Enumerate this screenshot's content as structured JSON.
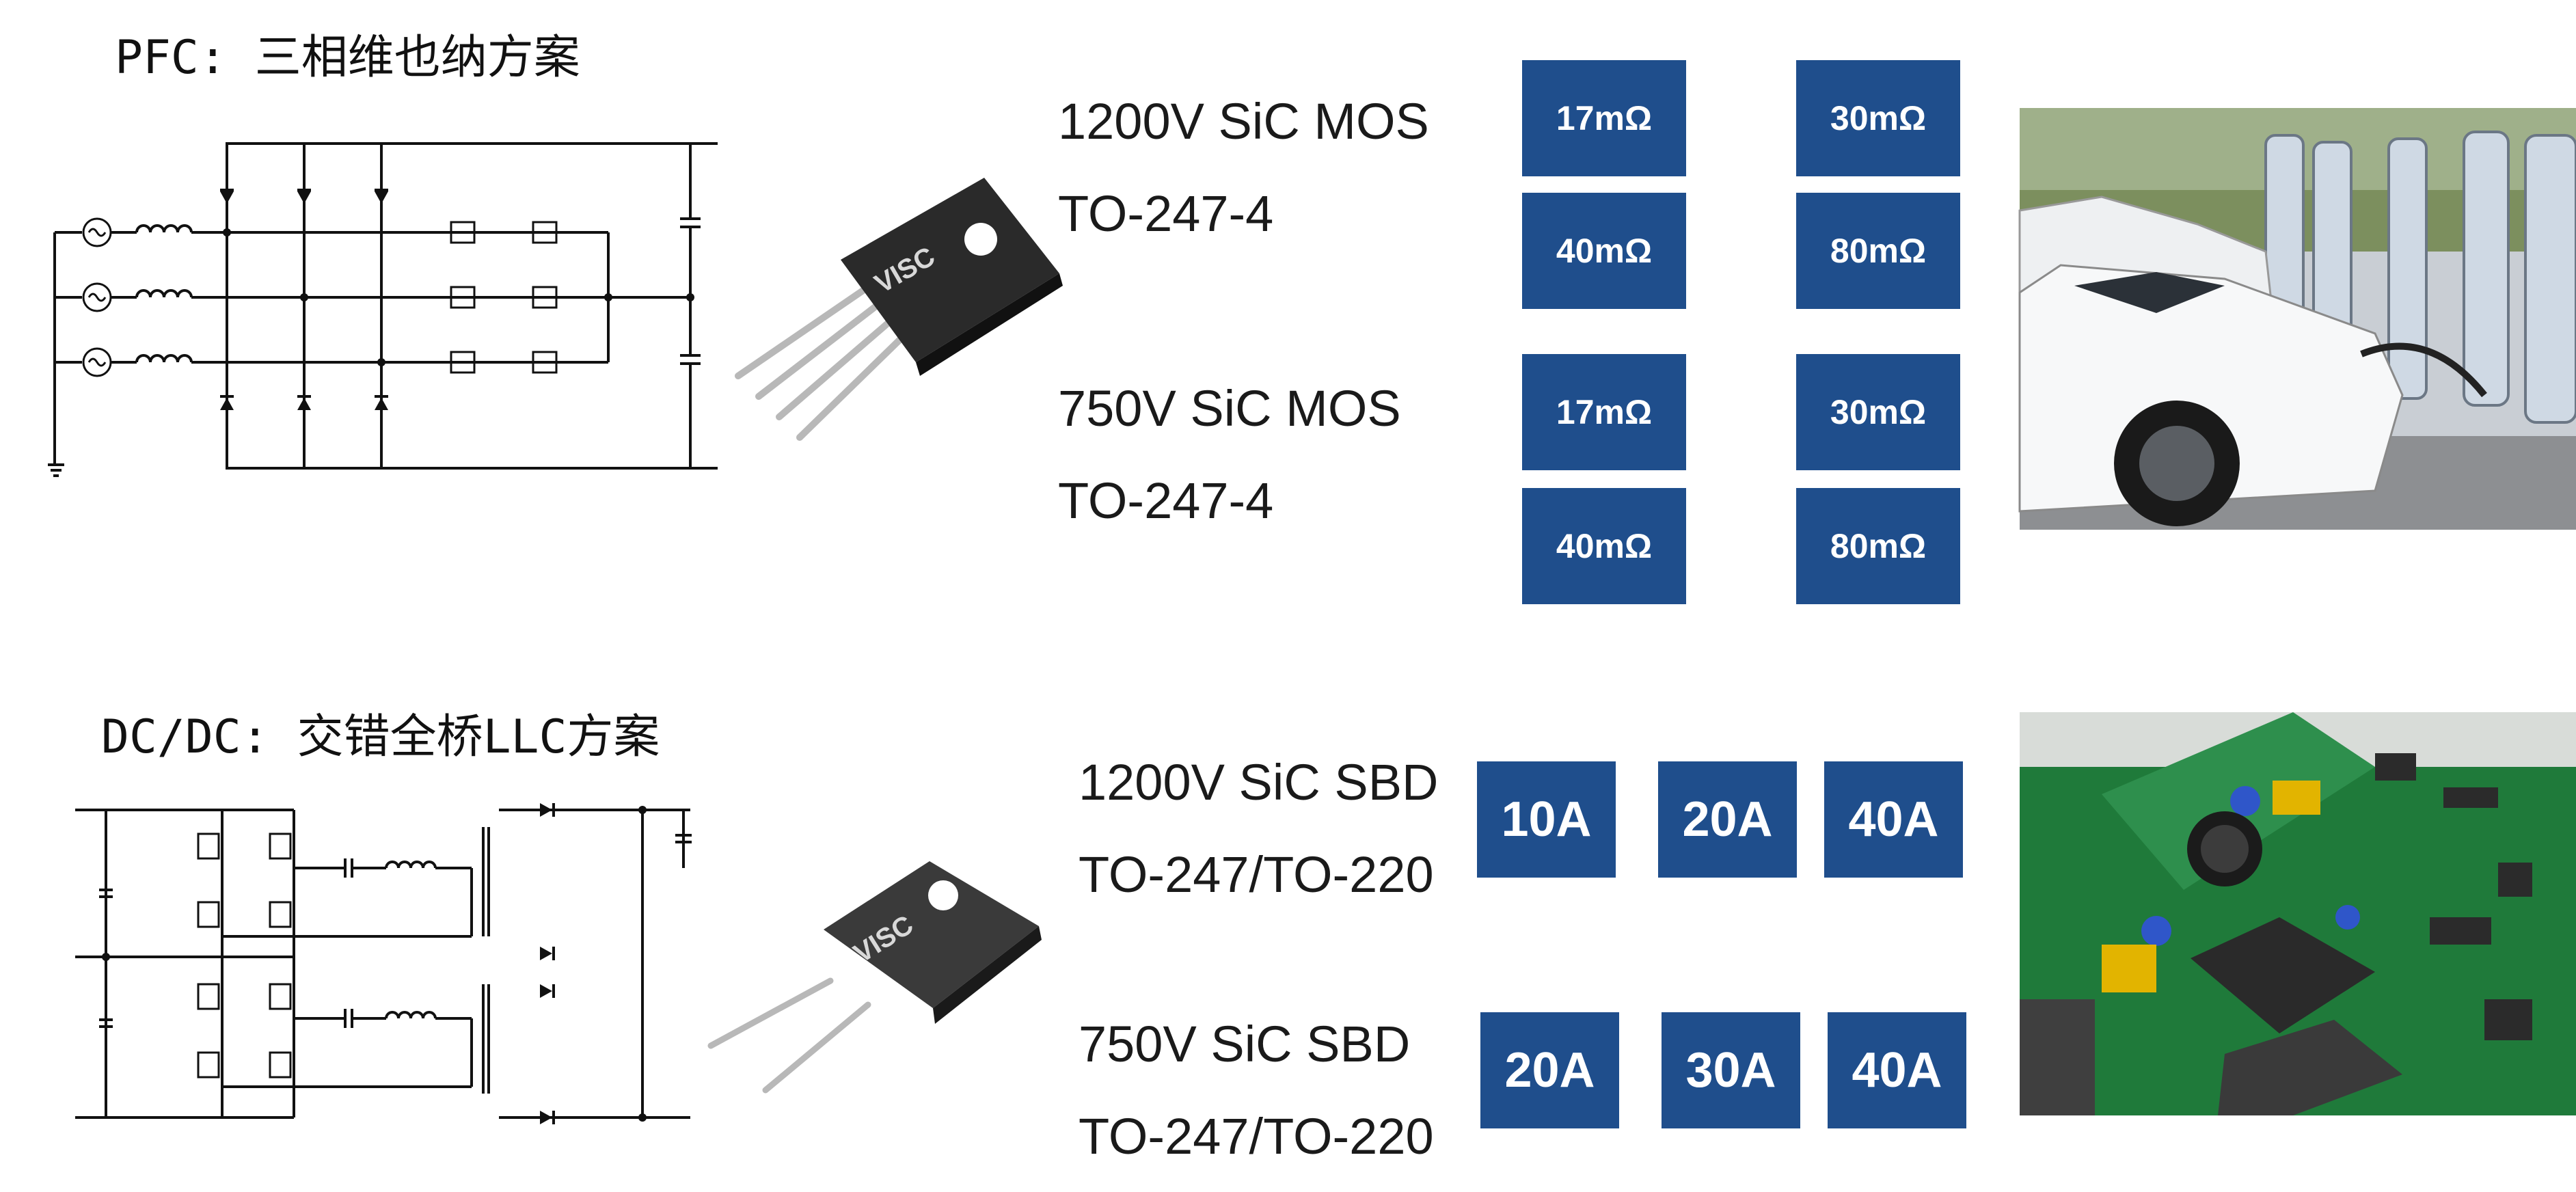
{
  "pfc": {
    "title": "PFC: 三相维也纳方案",
    "specs": [
      {
        "voltage_line": "1200V SiC MOS",
        "package_line": "TO-247-4",
        "ratings": [
          "17mΩ",
          "30mΩ",
          "40mΩ",
          "80mΩ"
        ]
      },
      {
        "voltage_line": "750V SiC MOS",
        "package_line": "TO-247-4",
        "ratings": [
          "17mΩ",
          "30mΩ",
          "40mΩ",
          "80mΩ"
        ]
      }
    ],
    "device_brand": "VISC",
    "photo_subject": "EV charging station"
  },
  "dcdc": {
    "title": "DC/DC: 交错全桥LLC方案",
    "specs": [
      {
        "voltage_line": "1200V SiC SBD",
        "package_line": "TO-247/TO-220",
        "ratings": [
          "10A",
          "20A",
          "40A"
        ]
      },
      {
        "voltage_line": "750V SiC SBD",
        "package_line": "TO-247/TO-220",
        "ratings": [
          "20A",
          "30A",
          "40A"
        ]
      }
    ],
    "device_brand": "VISC",
    "photo_subject": "power supply circuit board"
  },
  "colors": {
    "badge_bg": "#1f4e8c",
    "badge_text": "#ffffff"
  }
}
